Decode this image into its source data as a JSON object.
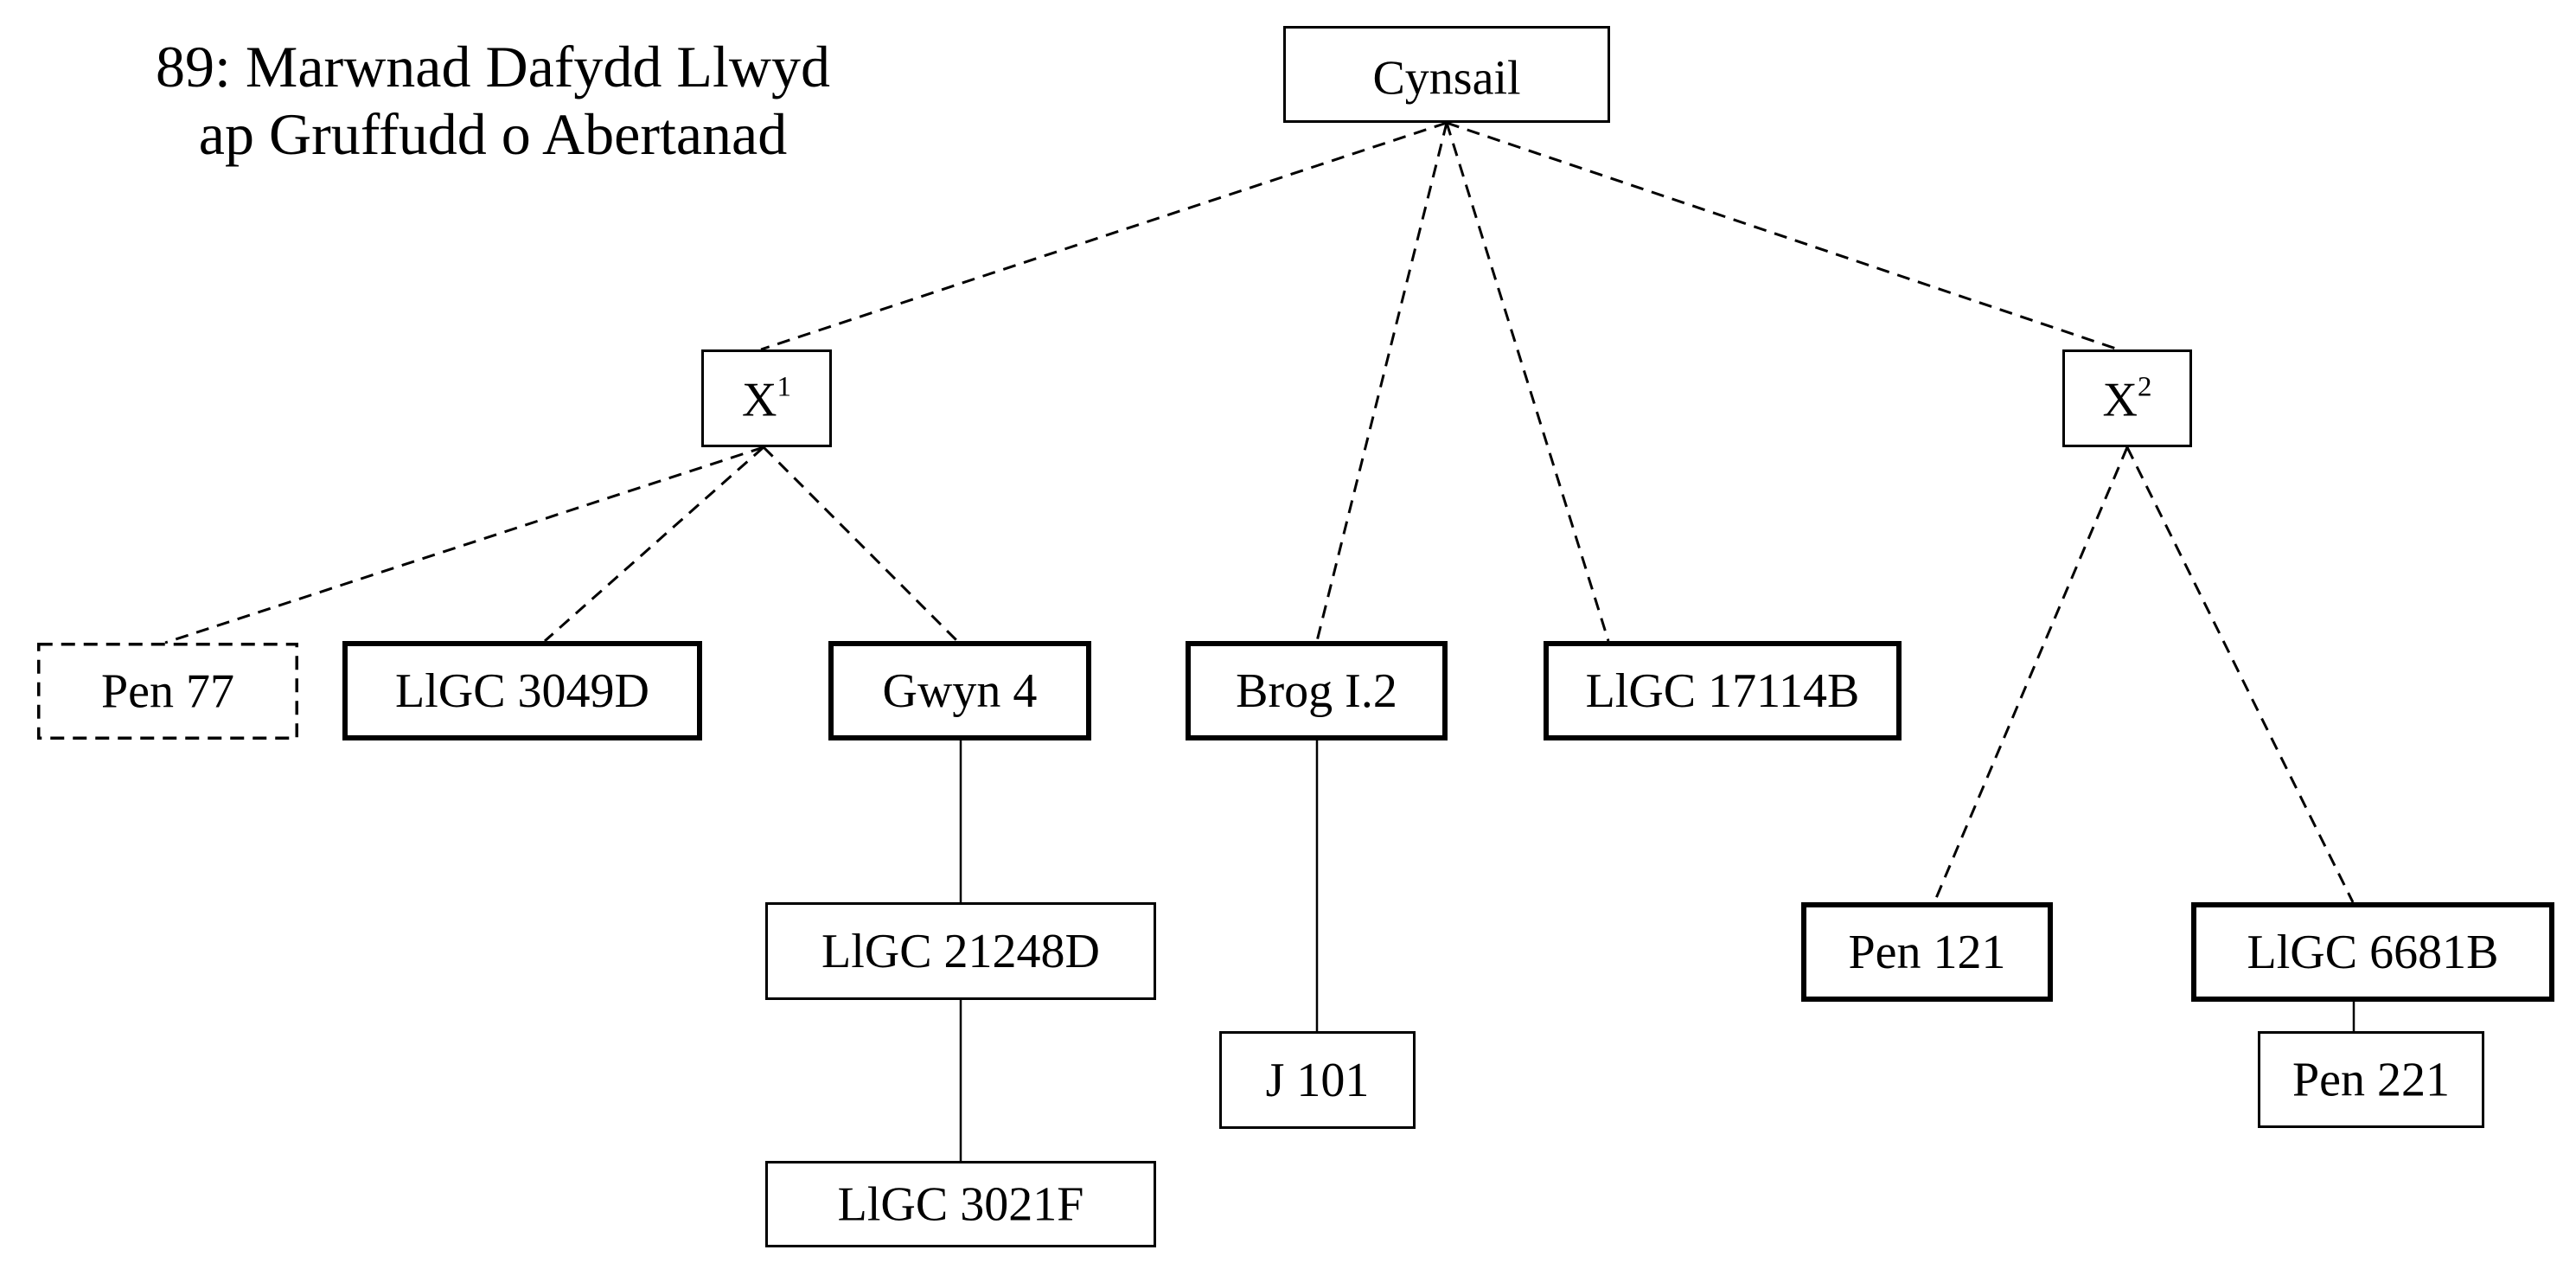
{
  "title": {
    "line1": "89: Marwnad Dafydd Llwyd",
    "line2": "ap Gruffudd o Abertanad"
  },
  "nodes": [
    {
      "id": "cynsail",
      "label": "Cynsail",
      "style": "normal"
    },
    {
      "id": "x1",
      "label": "X",
      "sup": "1",
      "style": "normal"
    },
    {
      "id": "x2",
      "label": "X",
      "sup": "2",
      "style": "normal"
    },
    {
      "id": "pen77",
      "label": "Pen 77",
      "style": "dashed"
    },
    {
      "id": "llgc3049d",
      "label": "LlGC 3049D",
      "style": "bold"
    },
    {
      "id": "gwyn4",
      "label": "Gwyn 4",
      "style": "bold"
    },
    {
      "id": "brogi2",
      "label": "Brog I.2",
      "style": "bold"
    },
    {
      "id": "llgc17114b",
      "label": "LlGC 17114B",
      "style": "bold"
    },
    {
      "id": "llgc21248d",
      "label": "LlGC 21248D",
      "style": "normal"
    },
    {
      "id": "llgc3021f",
      "label": "LlGC 3021F",
      "style": "normal"
    },
    {
      "id": "j101",
      "label": "J 101",
      "style": "normal"
    },
    {
      "id": "pen121",
      "label": "Pen 121",
      "style": "bold"
    },
    {
      "id": "llgc6681b",
      "label": "LlGC 6681B",
      "style": "bold"
    },
    {
      "id": "pen221",
      "label": "Pen 221",
      "style": "normal"
    }
  ],
  "edges": [
    {
      "from": "cynsail",
      "to": "x1",
      "type": "dashed"
    },
    {
      "from": "cynsail",
      "to": "brogi2",
      "type": "dashed"
    },
    {
      "from": "cynsail",
      "to": "llgc17114b",
      "type": "dashed"
    },
    {
      "from": "cynsail",
      "to": "x2",
      "type": "dashed"
    },
    {
      "from": "x1",
      "to": "pen77",
      "type": "dashed"
    },
    {
      "from": "x1",
      "to": "llgc3049d",
      "type": "dashed"
    },
    {
      "from": "x1",
      "to": "gwyn4",
      "type": "dashed"
    },
    {
      "from": "x2",
      "to": "pen121",
      "type": "dashed"
    },
    {
      "from": "x2",
      "to": "llgc6681b",
      "type": "dashed"
    },
    {
      "from": "gwyn4",
      "to": "llgc21248d",
      "type": "solid"
    },
    {
      "from": "llgc21248d",
      "to": "llgc3021f",
      "type": "solid"
    },
    {
      "from": "brogi2",
      "to": "j101",
      "type": "solid"
    },
    {
      "from": "llgc6681b",
      "to": "pen221",
      "type": "solid"
    }
  ]
}
